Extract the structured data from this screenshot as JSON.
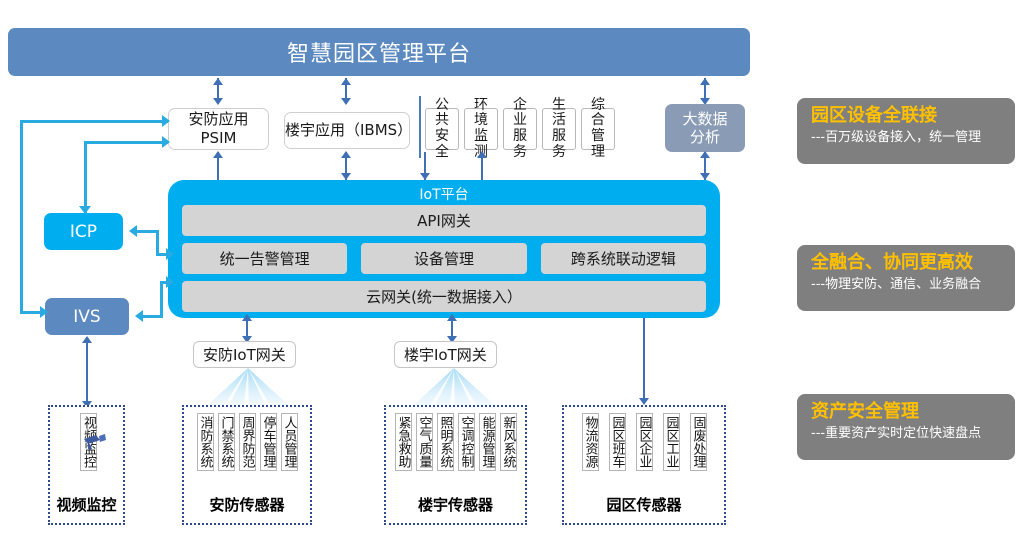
{
  "platform": {
    "title": "智慧园区管理平台"
  },
  "apps": {
    "psim": "安防应用\nPSIM",
    "ibms": "楼宇应用（IBMS）",
    "small": [
      "公共安全",
      "环境监测",
      "企业服务",
      "生活服务",
      "综合管理"
    ],
    "bigdata": "大数据分析"
  },
  "iot": {
    "title": "IoT平台",
    "api_gateway": "API网关",
    "middle": [
      "统一告警管理",
      "设备管理",
      "跨系统联动逻辑"
    ],
    "cloud_gateway": "云网关(统一数据接入）"
  },
  "nodes": {
    "icp": "ICP",
    "ivs": "IVS"
  },
  "gateways": {
    "security": "安防IoT网关",
    "building": "楼宇IoT网关"
  },
  "sensor_groups": [
    {
      "label": "视频监控",
      "items": [
        "视频监控"
      ],
      "icon": "camera-icon"
    },
    {
      "label": "安防传感器",
      "items": [
        "消防系统",
        "门禁系统",
        "周界防范",
        "停车管理",
        "人员管理"
      ]
    },
    {
      "label": "楼宇传感器",
      "items": [
        "紧急救助",
        "空气质量",
        "照明系统",
        "空调控制",
        "能源管理",
        "新风系统"
      ]
    },
    {
      "label": "园区传感器",
      "items": [
        "物流资源",
        "园区班车",
        "园区企业",
        "园区工业",
        "固废处理"
      ]
    }
  ],
  "features": [
    {
      "title": "园区设备全联接",
      "sub": "---百万级设备接入，统一管理"
    },
    {
      "title": "全融合、协同更高效",
      "sub": "---物理安防、通信、业务融合"
    },
    {
      "title": "资产安全管理",
      "sub": "---重要资产实时定位快速盘点"
    }
  ],
  "colors": {
    "platform_blue": "#5B89C0",
    "iot_cyan": "#00AEEF",
    "bigdata_gray_blue": "#8A9BB5",
    "feature_gray": "#7F7F7F",
    "feature_title_yellow": "#FFC000",
    "connector_blue": "#3F6FB5",
    "connector_cyan": "#29ABE2",
    "dashed_border": "#2E4A8B"
  }
}
